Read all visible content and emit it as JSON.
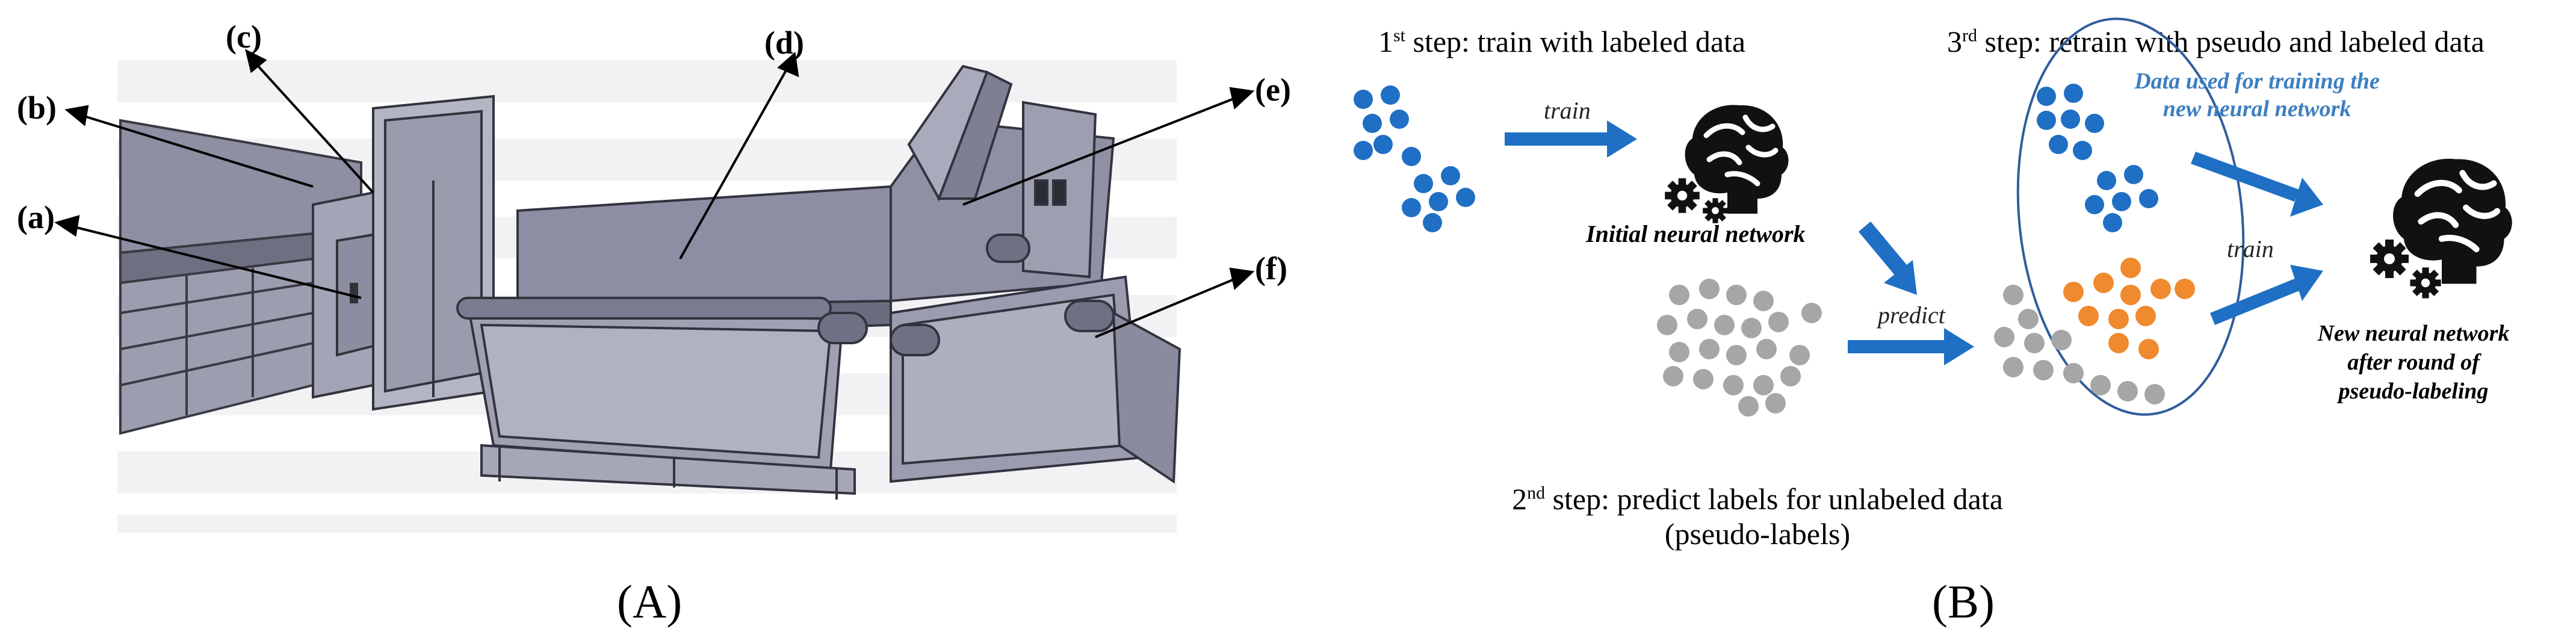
{
  "panel_a": {
    "label": "(A)",
    "callouts": [
      "(a)",
      "(b)",
      "(c)",
      "(d)",
      "(e)",
      "(f)"
    ]
  },
  "panel_b": {
    "label": "(B)",
    "step1": {
      "ord": "1",
      "sup": "st",
      "text": " step: train with labeled data"
    },
    "step2": {
      "ord": "2",
      "sup": "nd",
      "text": " step: predict labels for unlabeled data",
      "line2": "(pseudo-labels)"
    },
    "step3": {
      "ord": "3",
      "sup": "rd",
      "text": " step: retrain with pseudo and labeled data"
    },
    "train_label_1": "train",
    "predict_label": "predict",
    "train_label_2": "train",
    "initial_network": "Initial neural network",
    "data_used_line1": "Data used for training the",
    "data_used_line2": "new neural network",
    "new_network_line1": "New neural network",
    "new_network_line2": "after round of",
    "new_network_line3": "pseudo-labeling"
  },
  "colors": {
    "labeled": "#1f6fc4",
    "pseudo": "#ef8a2e",
    "unlabeled": "#a6a6a6",
    "arrow": "#1f6fc4",
    "ellipse": "#2f5d9a"
  }
}
